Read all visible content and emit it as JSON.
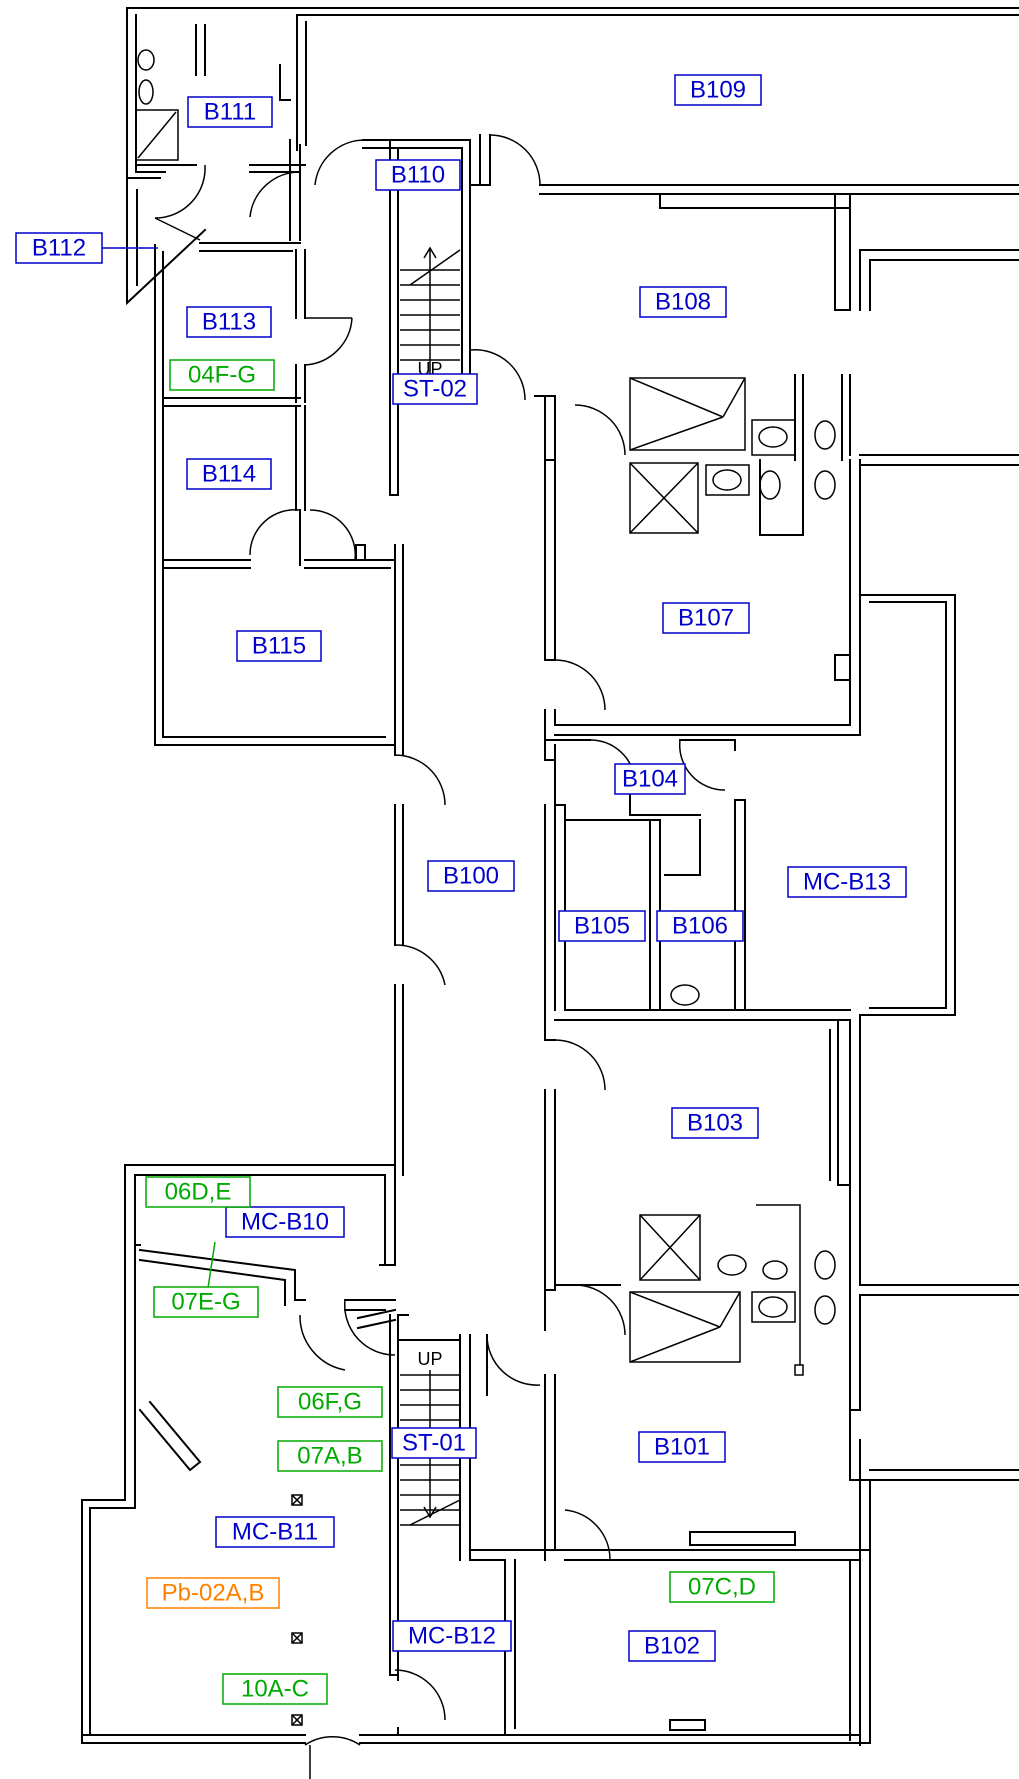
{
  "colors": {
    "room": "#0000cc",
    "sample": "#00aa00",
    "lead": "#ff8000",
    "wall": "#000000"
  },
  "rooms": [
    {
      "id": "B109",
      "text": "B109"
    },
    {
      "id": "B111",
      "text": "B111"
    },
    {
      "id": "B110",
      "text": "B110"
    },
    {
      "id": "B112",
      "text": "B112"
    },
    {
      "id": "B108",
      "text": "B108"
    },
    {
      "id": "B113",
      "text": "B113"
    },
    {
      "id": "ST-02",
      "text": "ST-02"
    },
    {
      "id": "B114",
      "text": "B114"
    },
    {
      "id": "B107",
      "text": "B107"
    },
    {
      "id": "B115",
      "text": "B115"
    },
    {
      "id": "B104",
      "text": "B104"
    },
    {
      "id": "B100",
      "text": "B100"
    },
    {
      "id": "MC-B13",
      "text": "MC-B13"
    },
    {
      "id": "B105",
      "text": "B105"
    },
    {
      "id": "B106",
      "text": "B106"
    },
    {
      "id": "B103",
      "text": "B103"
    },
    {
      "id": "MC-B10",
      "text": "MC-B10"
    },
    {
      "id": "ST-01",
      "text": "ST-01"
    },
    {
      "id": "B101",
      "text": "B101"
    },
    {
      "id": "MC-B11",
      "text": "MC-B11"
    },
    {
      "id": "MC-B12",
      "text": "MC-B12"
    },
    {
      "id": "B102",
      "text": "B102"
    }
  ],
  "samples": [
    {
      "id": "04F-G",
      "text": "04F-G"
    },
    {
      "id": "06D,E",
      "text": "06D,E"
    },
    {
      "id": "07E-G",
      "text": "07E-G"
    },
    {
      "id": "06F,G",
      "text": "06F,G"
    },
    {
      "id": "07A,B",
      "text": "07A,B"
    },
    {
      "id": "07C,D",
      "text": "07C,D"
    },
    {
      "id": "10A-C",
      "text": "10A-C"
    }
  ],
  "lead_samples": [
    {
      "id": "Pb-02A,B",
      "text": "Pb-02A,B"
    }
  ],
  "stairs": [
    {
      "id": "st-02-up",
      "text": "UP"
    },
    {
      "id": "st-01-up",
      "text": "UP"
    }
  ]
}
